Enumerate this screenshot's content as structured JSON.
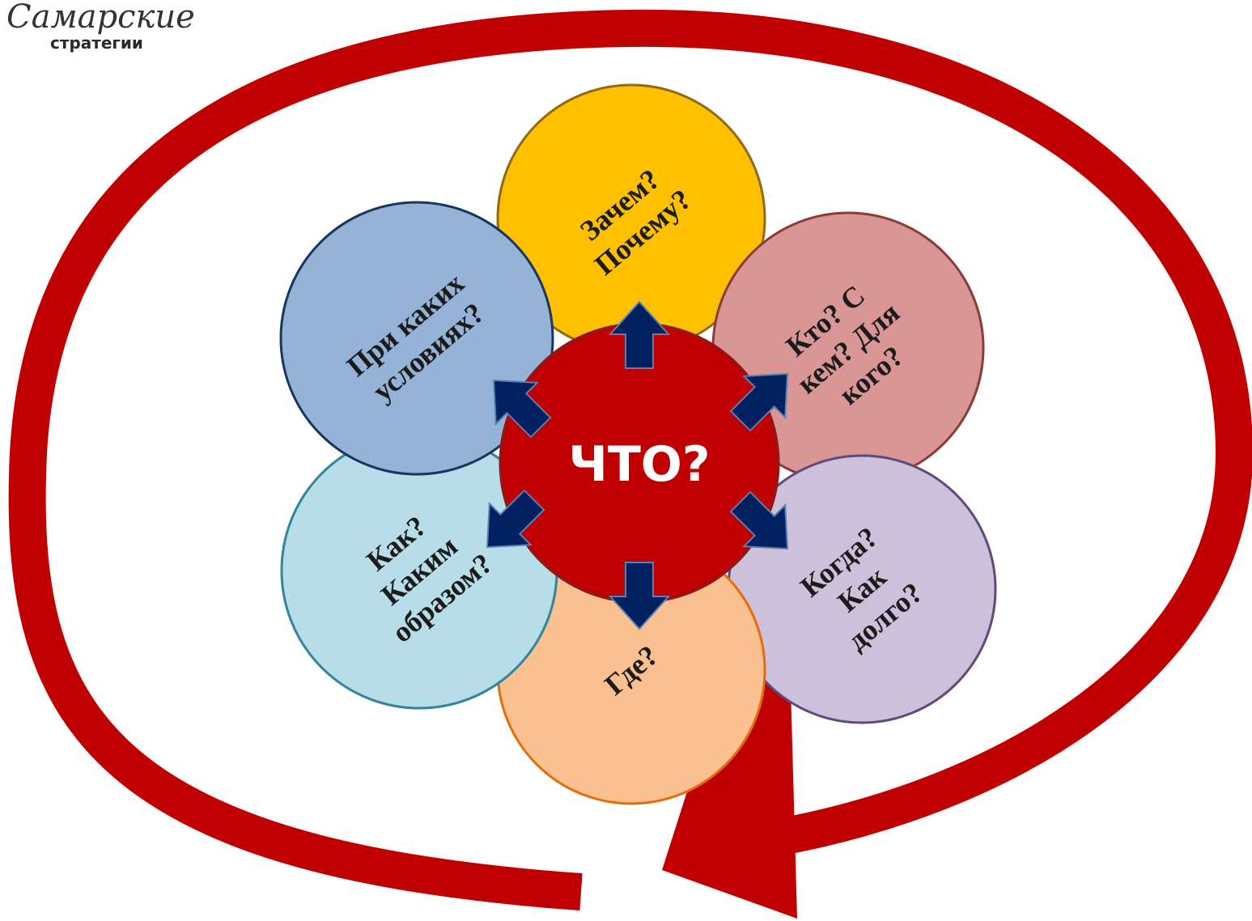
{
  "logo": {
    "name": "Самарские",
    "subtitle": "стратегии"
  },
  "center": {
    "label": "ЧТО?",
    "color": "#c00000"
  },
  "petals": [
    {
      "id": "why",
      "lines": [
        "Зачем?",
        "Почему?"
      ],
      "fill": "#ffc000",
      "stroke": "#8f6a1a"
    },
    {
      "id": "who",
      "lines": [
        "Кто? С",
        "кем? Для",
        "кого?"
      ],
      "fill": "#d99694",
      "stroke": "#8a3b38"
    },
    {
      "id": "when",
      "lines": [
        "Когда?",
        "Как",
        "долго?"
      ],
      "fill": "#ccc0da",
      "stroke": "#604a7b"
    },
    {
      "id": "where",
      "lines": [
        "Где?"
      ],
      "fill": "#fac090",
      "stroke": "#e46c0a"
    },
    {
      "id": "how",
      "lines": [
        "Как?",
        "Каким",
        "образом?"
      ],
      "fill": "#b7dde8",
      "stroke": "#31859c"
    },
    {
      "id": "conditions",
      "lines": [
        "При каких",
        "условиях?"
      ],
      "fill": "#95b3d7",
      "stroke": "#17375e"
    }
  ],
  "arrow_color": "#002060",
  "cycle_arrow_color": "#c00000"
}
